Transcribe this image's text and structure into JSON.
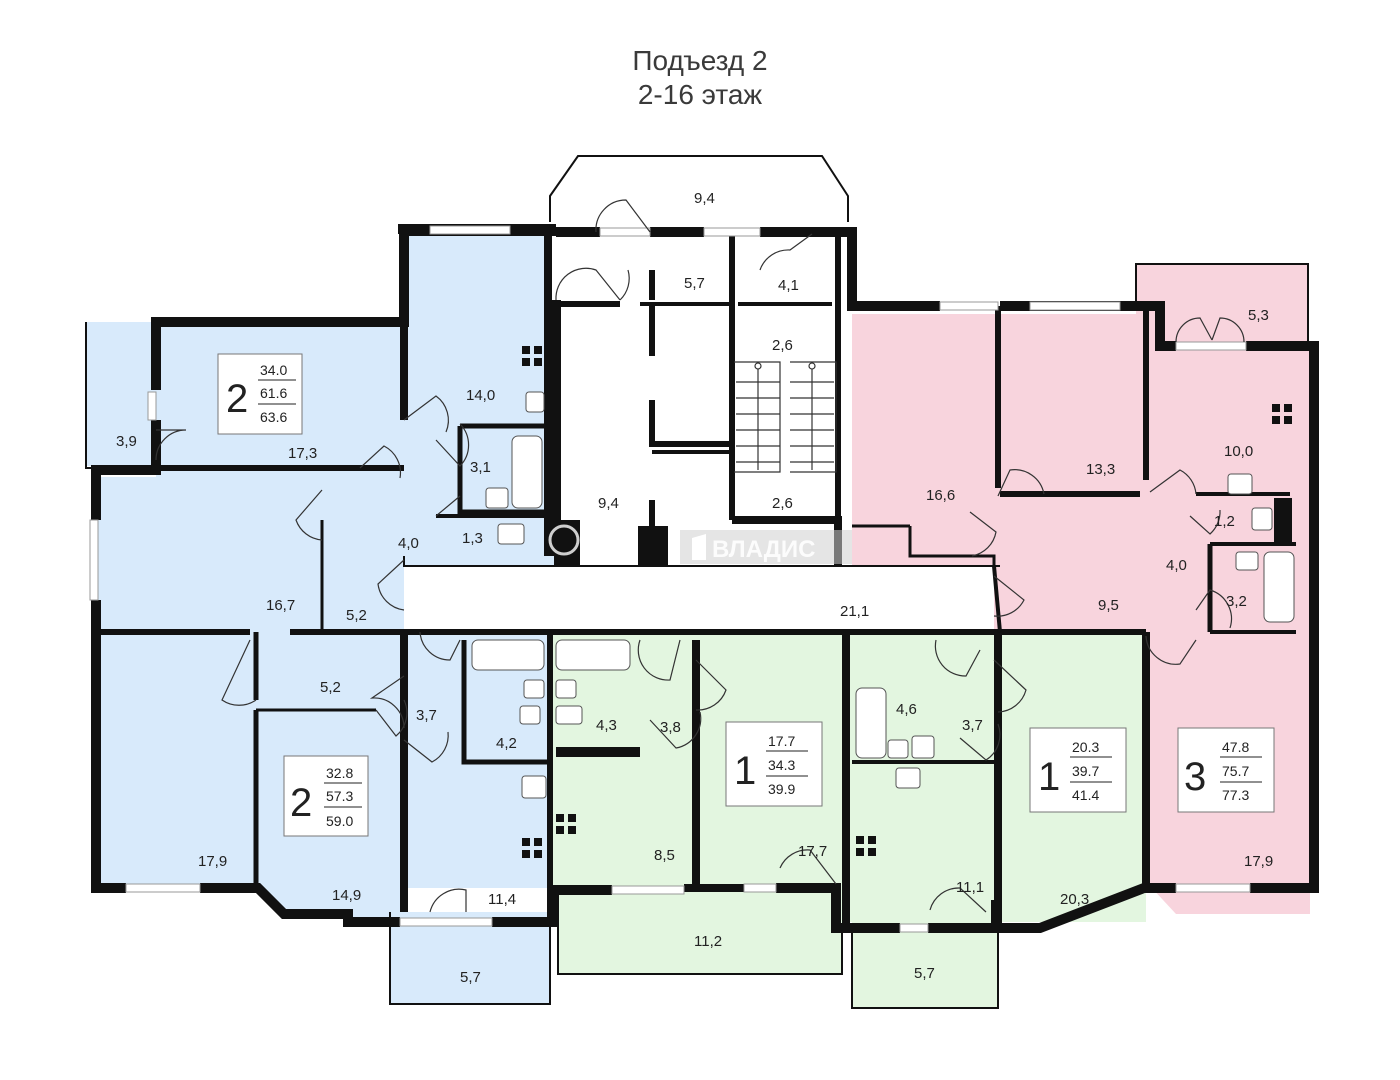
{
  "header": {
    "entrance": "Подъезд 2",
    "floors": "2-16 этаж"
  },
  "colors": {
    "blue": "#d8eafb",
    "pink": "#f8d4dd",
    "green": "#e3f6e0",
    "wall": "#111111"
  },
  "apartments": [
    {
      "rooms": "2",
      "living": "34.0",
      "total": "61.6",
      "total_balcony": "63.6"
    },
    {
      "rooms": "2",
      "living": "32.8",
      "total": "57.3",
      "total_balcony": "59.0"
    },
    {
      "rooms": "1",
      "living": "17.7",
      "total": "34.3",
      "total_balcony": "39.9"
    },
    {
      "rooms": "1",
      "living": "20.3",
      "total": "39.7",
      "total_balcony": "41.4"
    },
    {
      "rooms": "3",
      "living": "47.8",
      "total": "75.7",
      "total_balcony": "77.3"
    }
  ],
  "rooms": {
    "lobby_top": "9,4",
    "hall_small": "5,7",
    "elevator_hall": "4,1",
    "stair_top": "2,6",
    "stair_bottom": "2,6",
    "corridor_left": "9,4",
    "corridor_main": "21,1",
    "a1_balcony": "3,9",
    "a1_room": "17,3",
    "a1_kitchen": "14,0",
    "a1_bath": "3,1",
    "a1_wc": "1,3",
    "a1_hall": "4,0",
    "a1_room2": "16,7",
    "a1_corr": "5,2",
    "a2_corr": "5,2",
    "a2_hall": "3,7",
    "a2_bath": "4,2",
    "a2_room": "17,9",
    "a2_room2": "14,9",
    "a2_kitchen": "11,4",
    "a2_balcony": "5,7",
    "a3_bath": "4,3",
    "a3_hall": "3,8",
    "a3_kitchen": "8,5",
    "a3_room": "17,7",
    "a3_balcony": "11,2",
    "a4_bath": "4,6",
    "a4_hall": "3,7",
    "a4_kitchen": "11,1",
    "a4_room": "20,3",
    "a4_balcony": "5,7",
    "a5_room1": "16,6",
    "a5_room2": "13,3",
    "a5_balcony": "5,3",
    "a5_kitchen": "10,0",
    "a5_wc": "1,2",
    "a5_hall": "4,0",
    "a5_bath": "3,2",
    "a5_corr": "9,5",
    "a5_room3": "17,9"
  },
  "watermark": "ВЛАДИС"
}
